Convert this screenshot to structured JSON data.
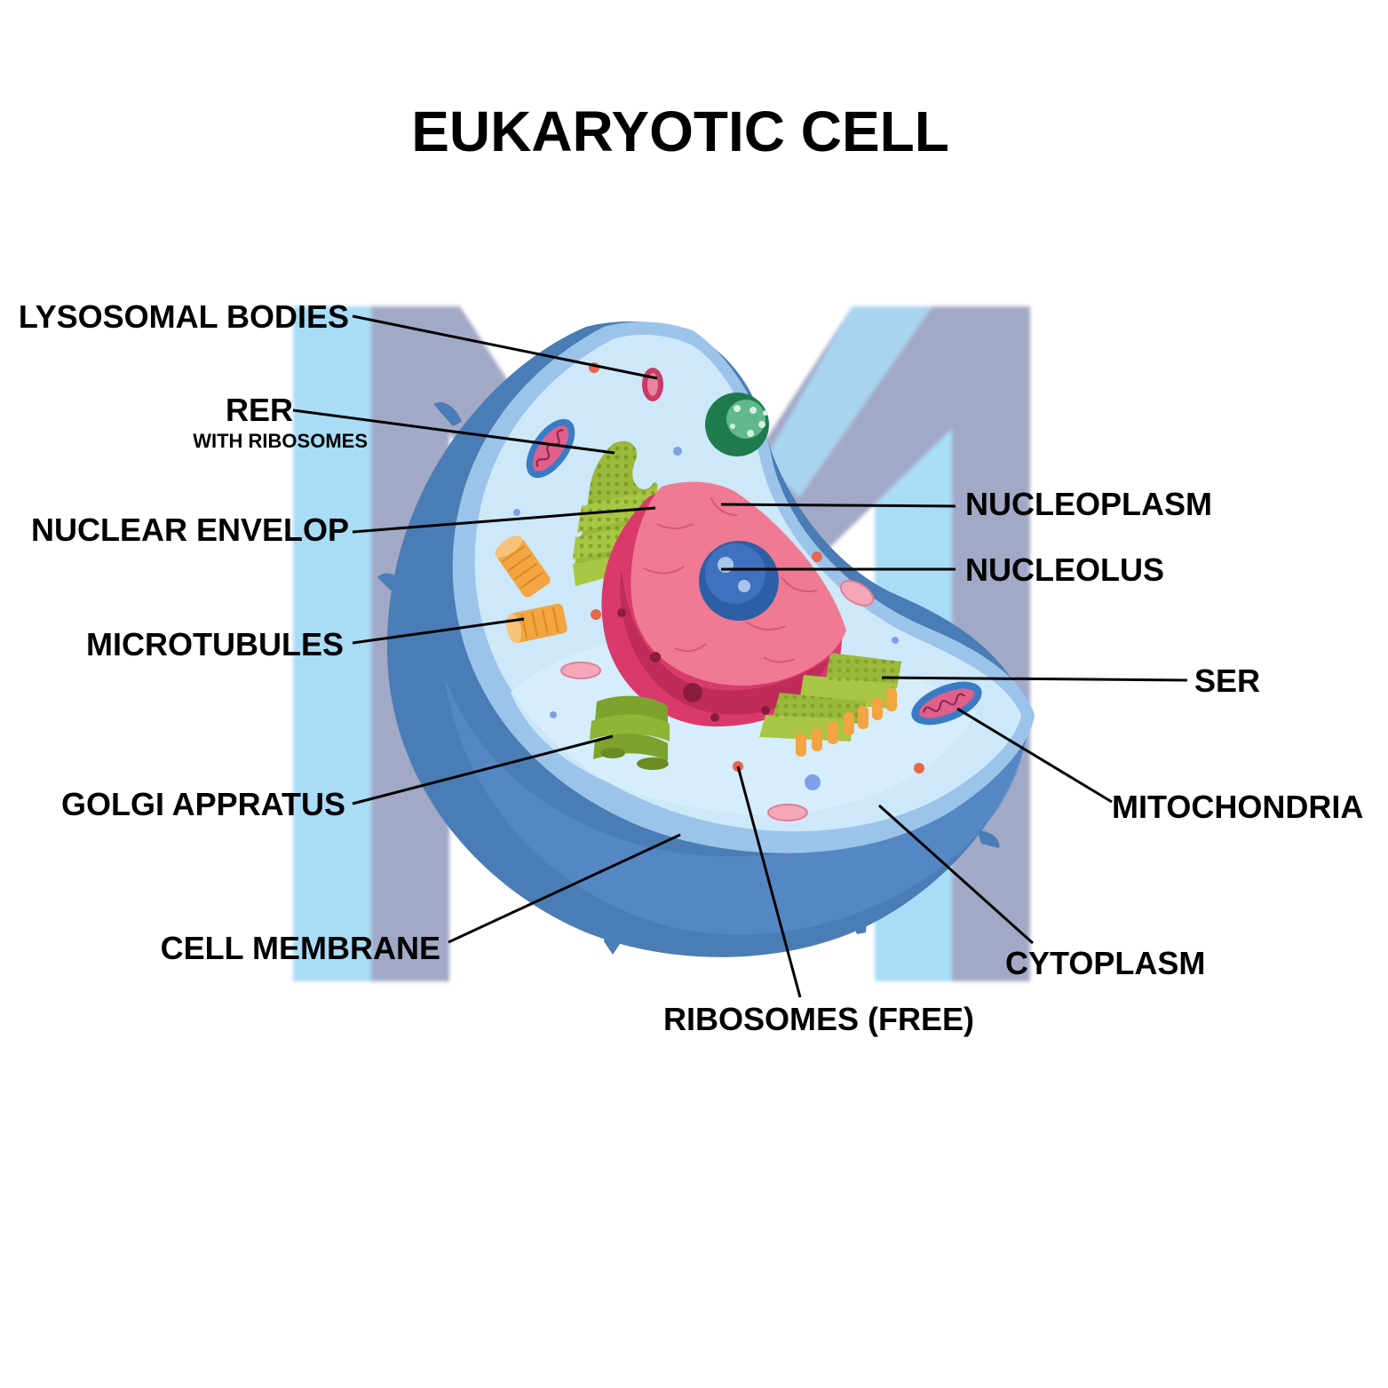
{
  "title": "EUKARYOTIC CELL",
  "labels": {
    "lysosomal_bodies": "LYSOSOMAL BODIES",
    "rer": "RER",
    "rer_sub": "WITH RIBOSOMES",
    "nuclear_envelop": "NUCLEAR ENVELOP",
    "microtubules": "MICROTUBULES",
    "golgi_apparatus": "GOLGI APPRATUS",
    "cell_membrane": "CELL MEMBRANE",
    "ribosomes_free": "RIBOSOMES (FREE)",
    "cytoplasm": "CYTOPLASM",
    "mitochondria": "MITOCHONDRIA",
    "ser": "SER",
    "nucleolus": "NUCLEOLUS",
    "nucleoplasm": "NUCLEOPLASM"
  },
  "colors": {
    "membrane_outer": "#4a7db5",
    "membrane_inner": "#9cc4ea",
    "cytoplasm": "#cde8f8",
    "nucleus_envelope": "#d93a6b",
    "nucleoplasm": "#f07a93",
    "nucleolus": "#2e5fa6",
    "er_green": "#9ab83a",
    "golgi_green": "#7ea32c",
    "microtubule_orange": "#f2a540",
    "watermark_light": "#a9dcf7",
    "watermark_gray": "#a2a9c6"
  },
  "icons": [
    "watermark-m-logo",
    "cell-illustration"
  ]
}
